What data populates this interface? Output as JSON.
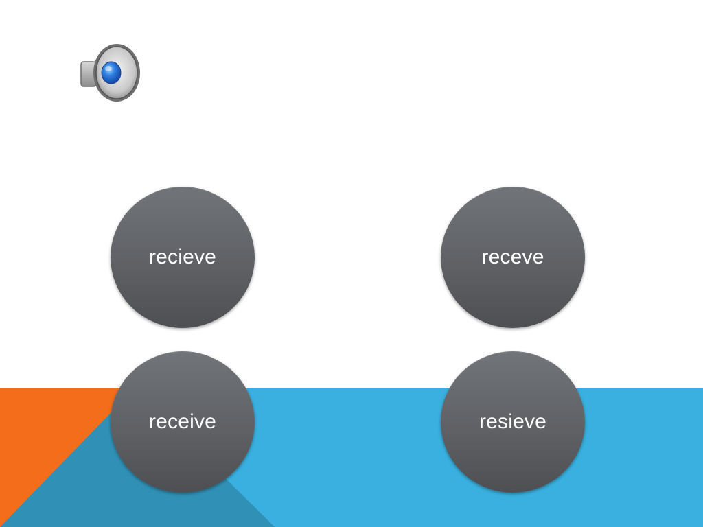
{
  "audio": {
    "icon": "speaker-icon"
  },
  "choices": [
    {
      "label": "recieve"
    },
    {
      "label": "receve"
    },
    {
      "label": "receive"
    },
    {
      "label": "resieve"
    }
  ],
  "colors": {
    "band_blue": "#39b0df",
    "band_orange": "#f46d1b",
    "band_dark_blue": "#3090b5",
    "circle_gray": "#5f6165",
    "text_white": "#ffffff"
  }
}
